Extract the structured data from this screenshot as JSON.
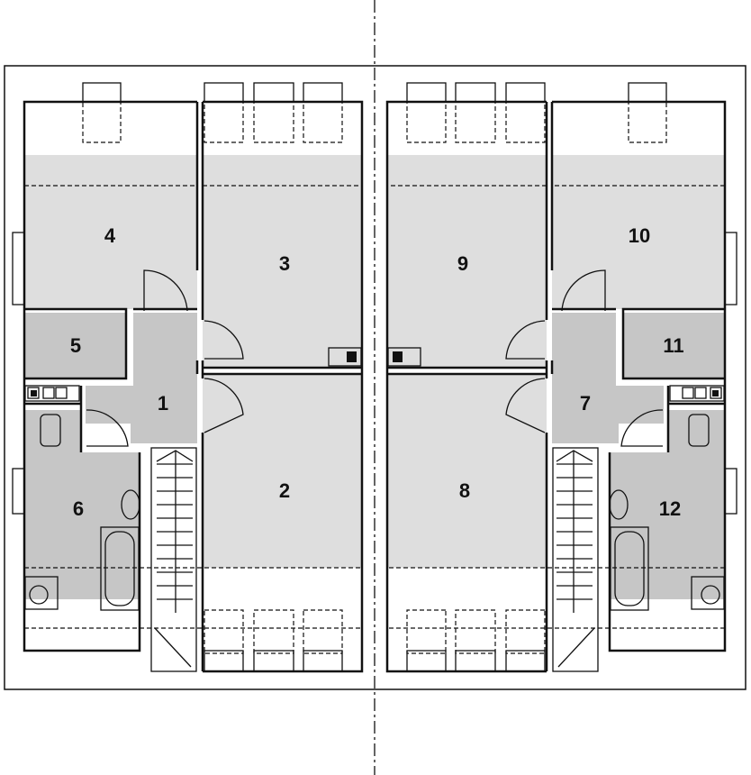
{
  "title": "Floor plan – semi-detached house, upper floor",
  "rooms": [
    {
      "id": "1",
      "label": "1"
    },
    {
      "id": "2",
      "label": "2"
    },
    {
      "id": "3",
      "label": "3"
    },
    {
      "id": "4",
      "label": "4"
    },
    {
      "id": "5",
      "label": "5"
    },
    {
      "id": "6",
      "label": "6"
    },
    {
      "id": "7",
      "label": "7"
    },
    {
      "id": "8",
      "label": "8"
    },
    {
      "id": "9",
      "label": "9"
    },
    {
      "id": "10",
      "label": "10"
    },
    {
      "id": "11",
      "label": "11"
    },
    {
      "id": "12",
      "label": "12"
    }
  ],
  "colors": {
    "room_dark": "#c6c6c6",
    "room_light": "#dedede",
    "wall": "#111111"
  }
}
